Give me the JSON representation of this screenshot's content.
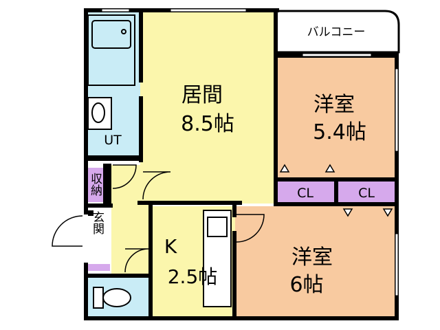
{
  "rooms": {
    "living_name": "居間",
    "living_size": "8.5帖",
    "western1_name": "洋室",
    "western1_size": "5.4帖",
    "western2_name": "洋室",
    "western2_size": "6帖",
    "kitchen_name": "K",
    "kitchen_size": "2.5帖",
    "balcony": "バルコニー",
    "closet1": "CL",
    "closet2": "CL",
    "utility": "UT",
    "storage": "収納",
    "entrance": "玄関"
  },
  "colors": {
    "living": "#fbf6ac",
    "western": "#f8caa0",
    "utility": "#c9ecf6",
    "closet": "#d6a9ec",
    "wall": "#000000",
    "window": "#ffffff"
  }
}
